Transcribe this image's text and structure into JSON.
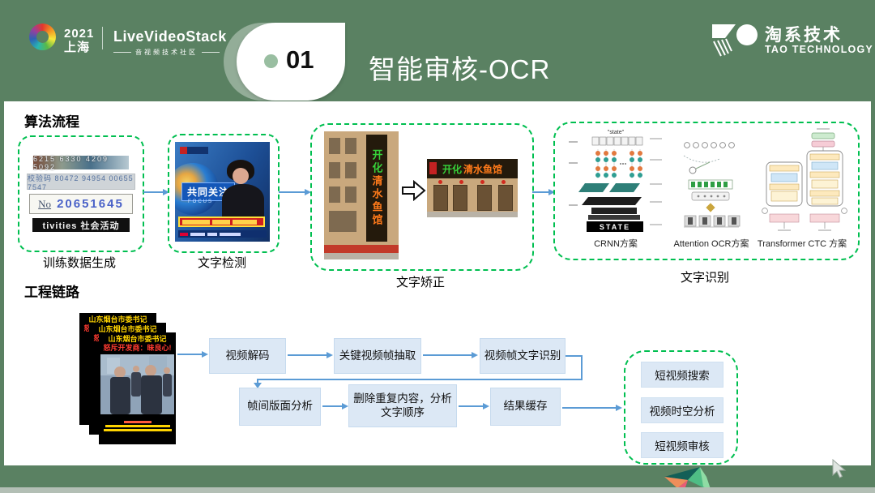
{
  "header": {
    "event_year": "2021",
    "event_city": "上海",
    "brand": "LiveVideoStack",
    "brand_tagline": "音视频技术社区",
    "section_number": "01",
    "title": "智能审核-OCR",
    "org_cn": "淘系技术",
    "org_en": "TAO TECHNOLOGY"
  },
  "colors": {
    "slide_green": "#5a8162",
    "dashed_green": "#00bf50",
    "arrow_blue": "#5b9bd5",
    "flow_box_fill": "#dce8f5"
  },
  "algorithm": {
    "heading": "算法流程",
    "train_label": "训练数据生成",
    "train_samples": {
      "s1": "6215 6330 4209 5092",
      "s2": "校验码 80472 94954 00655 7547",
      "s3_no": "No",
      "s3_digits": "20651645",
      "s4": "tivities 社会活动"
    },
    "detect_label": "文字检测",
    "detect_overlay": "共同关注",
    "detect_focus": "FOCUS",
    "rectify_label": "文字矫正",
    "sign_green": "开化",
    "sign_red": "清水鱼馆",
    "recognize_label": "文字识别",
    "methods": {
      "crnn": "CRNN方案",
      "attention": "Attention OCR方案",
      "transformer": "Transformer CTC 方案"
    },
    "crnn_top": "\"state\"",
    "crnn_bottom": "STATE"
  },
  "pipeline": {
    "heading": "工程链路",
    "video_line1": "山东烟台市委书记",
    "video_line2": "怒斥开发商：昧良心!",
    "steps_row1": [
      "视频解码",
      "关键视频帧抽取",
      "视频帧文字识别"
    ],
    "steps_row2": [
      "帧间版面分析",
      "删除重复内容，分析文字顺序",
      "结果缓存"
    ],
    "outputs": [
      "短视频搜索",
      "视频时空分析",
      "短视频审核"
    ]
  }
}
